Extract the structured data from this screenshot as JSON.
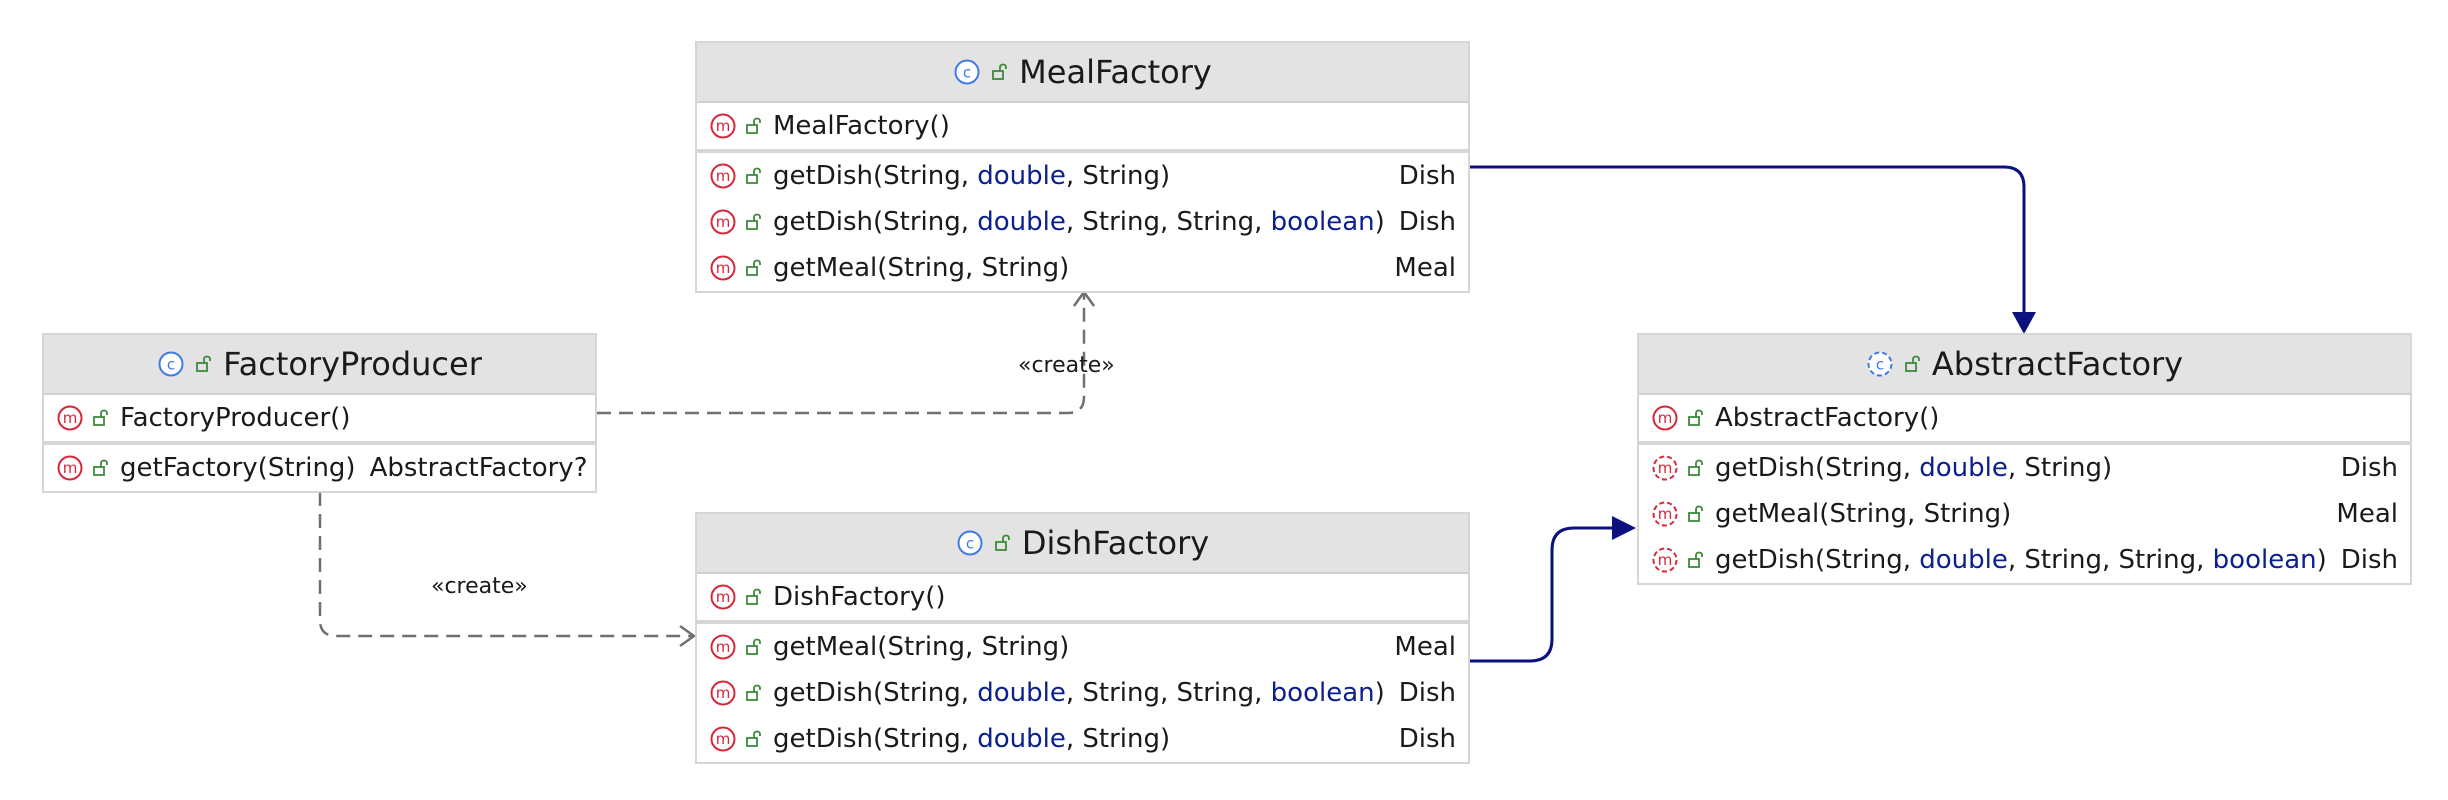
{
  "classes": {
    "meal_factory": {
      "name": "MealFactory",
      "constructor": "MealFactory()",
      "methods": [
        {
          "name": "getDish",
          "params": [
            {
              "t": "String",
              "kw": false
            },
            {
              "t": "double",
              "kw": true
            },
            {
              "t": "String",
              "kw": false
            }
          ],
          "ret": "Dish"
        },
        {
          "name": "getDish",
          "params": [
            {
              "t": "String",
              "kw": false
            },
            {
              "t": "double",
              "kw": true
            },
            {
              "t": "String",
              "kw": false
            },
            {
              "t": "String",
              "kw": false
            },
            {
              "t": "boolean",
              "kw": true
            }
          ],
          "ret": "Dish"
        },
        {
          "name": "getMeal",
          "params": [
            {
              "t": "String",
              "kw": false
            },
            {
              "t": "String",
              "kw": false
            }
          ],
          "ret": "Meal"
        }
      ]
    },
    "factory_producer": {
      "name": "FactoryProducer",
      "constructor": "FactoryProducer()",
      "methods": [
        {
          "name": "getFactory",
          "params": [
            {
              "t": "String",
              "kw": false
            }
          ],
          "ret": "AbstractFactory?"
        }
      ]
    },
    "dish_factory": {
      "name": "DishFactory",
      "constructor": "DishFactory()",
      "methods": [
        {
          "name": "getMeal",
          "params": [
            {
              "t": "String",
              "kw": false
            },
            {
              "t": "String",
              "kw": false
            }
          ],
          "ret": "Meal"
        },
        {
          "name": "getDish",
          "params": [
            {
              "t": "String",
              "kw": false
            },
            {
              "t": "double",
              "kw": true
            },
            {
              "t": "String",
              "kw": false
            },
            {
              "t": "String",
              "kw": false
            },
            {
              "t": "boolean",
              "kw": true
            }
          ],
          "ret": "Dish"
        },
        {
          "name": "getDish",
          "params": [
            {
              "t": "String",
              "kw": false
            },
            {
              "t": "double",
              "kw": true
            },
            {
              "t": "String",
              "kw": false
            }
          ],
          "ret": "Dish"
        }
      ]
    },
    "abstract_factory": {
      "name": "AbstractFactory",
      "constructor": "AbstractFactory()",
      "methods": [
        {
          "name": "getDish",
          "params": [
            {
              "t": "String",
              "kw": false
            },
            {
              "t": "double",
              "kw": true
            },
            {
              "t": "String",
              "kw": false
            }
          ],
          "ret": "Dish"
        },
        {
          "name": "getMeal",
          "params": [
            {
              "t": "String",
              "kw": false
            },
            {
              "t": "String",
              "kw": false
            }
          ],
          "ret": "Meal"
        },
        {
          "name": "getDish",
          "params": [
            {
              "t": "String",
              "kw": false
            },
            {
              "t": "double",
              "kw": true
            },
            {
              "t": "String",
              "kw": false
            },
            {
              "t": "String",
              "kw": false
            },
            {
              "t": "boolean",
              "kw": true
            }
          ],
          "ret": "Dish"
        }
      ]
    }
  },
  "edges": {
    "create_label_meal": "«create»",
    "create_label_dish": "«create»"
  },
  "colors": {
    "class_icon": "#3f7be8",
    "method_icon": "#d6283a",
    "public_icon": "#3c8a3c",
    "keyword": "#0b1f8f",
    "realization_line": "#0b1280",
    "dependency_line": "#707070"
  },
  "icons": {
    "class": "class-icon",
    "abstract_class": "abstract-class-icon",
    "method": "method-icon",
    "abstract_method": "abstract-method-icon",
    "public": "public-unlock-icon"
  }
}
